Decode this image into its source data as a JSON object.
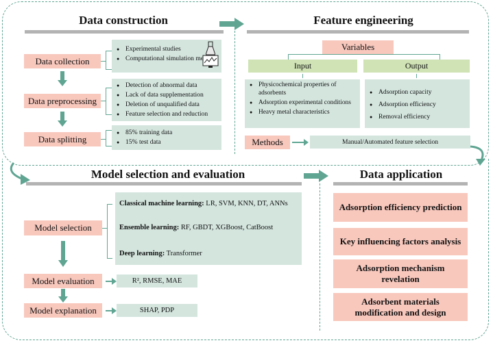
{
  "sections": {
    "data_construction": "Data construction",
    "feature_engineering": "Feature engineering",
    "model_selection_evaluation": "Model selection and evaluation",
    "data_application": "Data application"
  },
  "data_construction": {
    "collection": {
      "label": "Data collection",
      "items": [
        "Experimental studies",
        "Computational simulation methods"
      ]
    },
    "preprocessing": {
      "label": "Data preprocessing",
      "items": [
        "Detection of abnormal data",
        "Lack of data supplementation",
        "Deletion of unqualified data",
        "Feature selection and reduction"
      ]
    },
    "splitting": {
      "label": "Data splitting",
      "items": [
        "85% training data",
        "15% test data"
      ]
    }
  },
  "feature_engineering": {
    "variables": "Variables",
    "input": "Input",
    "output": "Output",
    "input_items": [
      "Physicochemical properties of adsorbents",
      "Adsorption experimental conditions",
      "Heavy metal characteristics"
    ],
    "output_items": [
      "Adsorption capacity",
      "Adsorption efficiency",
      "Removal efficiency"
    ],
    "methods": "Methods",
    "methods_value": "Manual/Automated feature selection"
  },
  "model": {
    "selection": "Model selection",
    "classical_head": "Classical machine learning:",
    "classical_text": " LR, SVM, KNN, DT, ANNs",
    "ensemble_head": "Ensemble learning:",
    "ensemble_text": " RF, GBDT, XGBoost, CatBoost",
    "deep_head": "Deep learning:",
    "deep_text": " Transformer",
    "evaluation": "Model evaluation",
    "evaluation_value": "R², RMSE, MAE",
    "explanation": "Model explanation",
    "explanation_value": "SHAP, PDP"
  },
  "application": {
    "items": [
      "Adsorption efficiency prediction",
      "Key influencing factors analysis",
      "Adsorption mechanism revelation",
      "Adsorbent materials modification and design"
    ]
  },
  "colors": {
    "teal_arrow": "#5fa592",
    "pink": "#f8c8bd",
    "teal_box": "#d4e5de",
    "green": "#cfe3b5",
    "bar": "#b3b3b3"
  }
}
